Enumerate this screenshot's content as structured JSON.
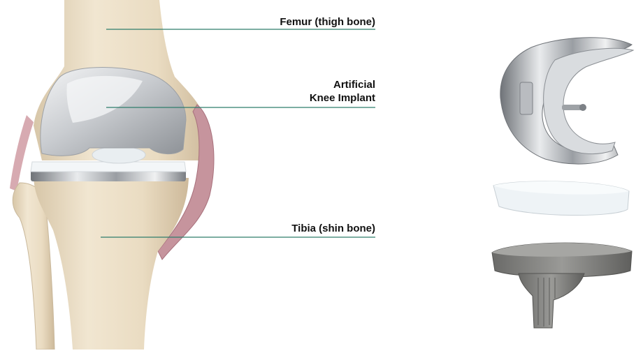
{
  "labels": {
    "femur": "Femur (thigh bone)",
    "implant_line1": "Artificial",
    "implant_line2": "Knee Implant",
    "tibia": "Tibia (shin bone)"
  },
  "colors": {
    "bone": "#e9dcc4",
    "bone_shadow": "#c9b89b",
    "metal": "#c8cbcf",
    "metal_dark": "#7d8186",
    "plastic": "#eef3f6",
    "ligament": "#c99aa3",
    "leader_line": "#2f7d6b",
    "tibial_tray": "#7c7c7a"
  }
}
